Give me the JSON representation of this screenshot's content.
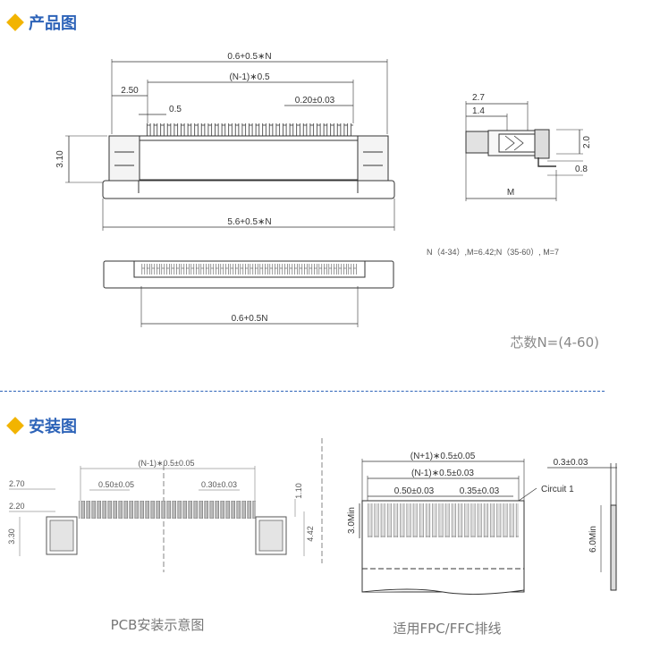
{
  "section1": {
    "title": "产品图"
  },
  "section2": {
    "title": "安装图"
  },
  "product": {
    "top_width": "0.6+0.5∗N",
    "pitch_span": "(N-1)∗0.5",
    "offset": "2.50",
    "pitch": "0.5",
    "pin_width": "0.20±0.03",
    "height": "3.10",
    "bottom_width": "5.6+0.5∗N",
    "side_top": "2.7",
    "side_mid": "1.4",
    "side_h": "2.0",
    "side_foot": "0.8",
    "side_m": "M",
    "note": "N（4-34）,M=6.42;N（35-60）, M=7",
    "bottom_view_width": "0.6+0.5N",
    "pin_count": "芯数N=(4-60)"
  },
  "pcb": {
    "span": "(N-1)∗0.5±0.05",
    "left_top": "2.70",
    "left_mid": "2.20",
    "pitch": "0.50±0.05",
    "pad_width": "0.30±0.03",
    "right_top": "1.10",
    "left_h": "3.30",
    "right_h": "4.42",
    "caption": "PCB安装示意图"
  },
  "fpc": {
    "width": "(N+1)∗0.5±0.05",
    "span": "(N-1)∗0.5±0.03",
    "pitch": "0.50±0.03",
    "pad": "0.35±0.03",
    "circuit": "Circuit 1",
    "thickness": "0.3±0.03",
    "len_min": "3.0Min",
    "stiff_min": "6.0Min",
    "caption": "适用FPC/FFC排线"
  }
}
